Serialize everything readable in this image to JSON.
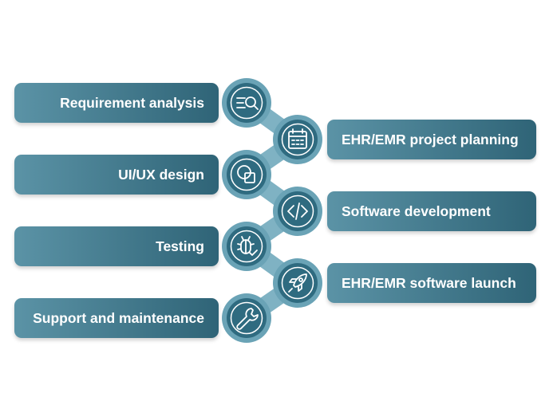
{
  "steps": [
    {
      "label": "Requirement analysis",
      "icon": "search-list-icon",
      "side": "left"
    },
    {
      "label": "EHR/EMR project planning",
      "icon": "calendar-icon",
      "side": "right"
    },
    {
      "label": "UI/UX design",
      "icon": "shapes-icon",
      "side": "left"
    },
    {
      "label": "Software development",
      "icon": "code-icon",
      "side": "right"
    },
    {
      "label": "Testing",
      "icon": "bug-check-icon",
      "side": "left"
    },
    {
      "label": "EHR/EMR software launch",
      "icon": "rocket-icon",
      "side": "right"
    },
    {
      "label": "Support and maintenance",
      "icon": "wrench-icon",
      "side": "left"
    }
  ],
  "colors": {
    "label_gradient_start": "#5b93a6",
    "label_gradient_end": "#2f6477",
    "circle_inner": "#2f6b80",
    "circle_ring": "#6aa3b6",
    "connector": "#7fb2c3"
  }
}
